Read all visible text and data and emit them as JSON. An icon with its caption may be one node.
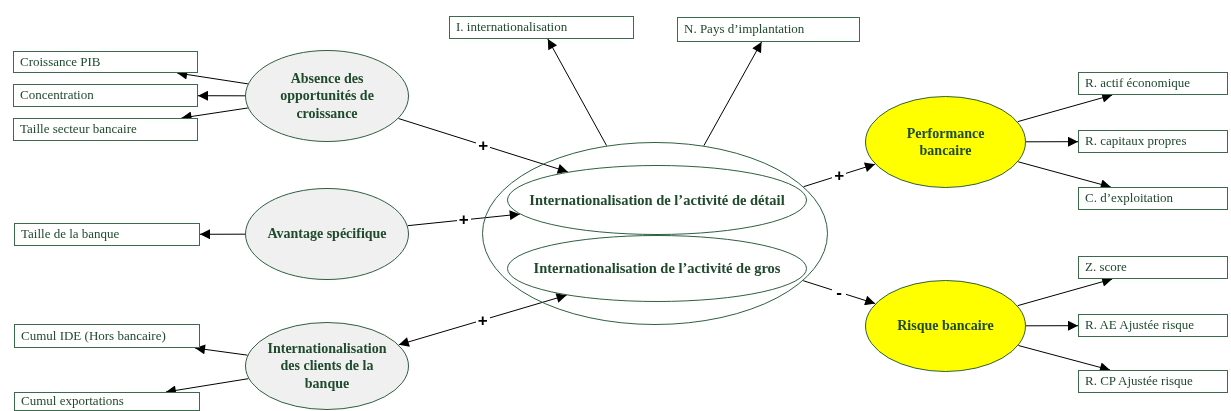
{
  "diagram": {
    "nodes": [
      {
        "text": [
          "Croissance PIB"
        ]
      },
      {
        "text": [
          "Concentration"
        ]
      },
      {
        "text": [
          "Taille secteur bancaire"
        ]
      },
      {
        "text": [
          "Absence des opportunités de croissance"
        ]
      },
      {
        "text": [
          "Taille de la banque"
        ]
      },
      {
        "text": [
          "Avantage spécifique"
        ]
      },
      {
        "text": [
          "Cumul IDE (Hors bancaire)"
        ]
      },
      {
        "text": [
          "Cumul exportations"
        ]
      },
      {
        "text": [
          "Internationalisation des clients de la banque"
        ]
      },
      {
        "text": [
          "I. internationalisation"
        ]
      },
      {
        "text": [
          "N. Pays d’implantation"
        ]
      },
      {
        "text": [],
        "shape": "ellipse"
      },
      {
        "text": [
          "Internationalisation de l’activité de détail"
        ],
        "in": 11
      },
      {
        "text": [
          "Internationalisation de l’activité de gros"
        ],
        "in": 11
      },
      {
        "text": [
          "Performance bancaire"
        ]
      },
      {
        "text": [
          "Risque bancaire"
        ]
      },
      {
        "text": [
          "R. actif économique"
        ]
      },
      {
        "text": [
          "R. capitaux propres"
        ]
      },
      {
        "text": [
          "C. d’exploitation"
        ]
      },
      {
        "text": [
          "Z. score"
        ]
      },
      {
        "text": [
          "R. AE Ajustée risque"
        ]
      },
      {
        "text": [
          "R. CP Ajustée risque"
        ]
      }
    ],
    "edges": [
      {
        "from": 3,
        "to": 0,
        "arrow": "to"
      },
      {
        "from": 3,
        "to": 1,
        "arrow": "to"
      },
      {
        "from": 3,
        "to": 2,
        "arrow": "to"
      },
      {
        "from": 3,
        "to": 12,
        "arrow": "to",
        "label": "+"
      },
      {
        "from": 5,
        "to": 4,
        "arrow": "to"
      },
      {
        "from": 5,
        "to": 12,
        "arrow": "to",
        "label": "+"
      },
      {
        "from": 8,
        "to": 6,
        "arrow": "to"
      },
      {
        "from": 8,
        "to": 7,
        "arrow": "to"
      },
      {
        "from": 8,
        "to": 13,
        "arrow": "both",
        "label": "+"
      },
      {
        "from": 11,
        "to": 9,
        "arrow": "to"
      },
      {
        "from": 11,
        "to": 10,
        "arrow": "to"
      },
      {
        "from": 11,
        "to": 14,
        "arrow": "to",
        "label": "+"
      },
      {
        "from": 11,
        "to": 15,
        "arrow": "to",
        "label": "-"
      },
      {
        "from": 14,
        "to": 16,
        "arrow": "to"
      },
      {
        "from": 14,
        "to": 17,
        "arrow": "to"
      },
      {
        "from": 14,
        "to": 18,
        "arrow": "to"
      },
      {
        "from": 15,
        "to": 19,
        "arrow": "to"
      },
      {
        "from": 15,
        "to": 20,
        "arrow": "to"
      },
      {
        "from": 15,
        "to": 21,
        "arrow": "to"
      }
    ]
  }
}
